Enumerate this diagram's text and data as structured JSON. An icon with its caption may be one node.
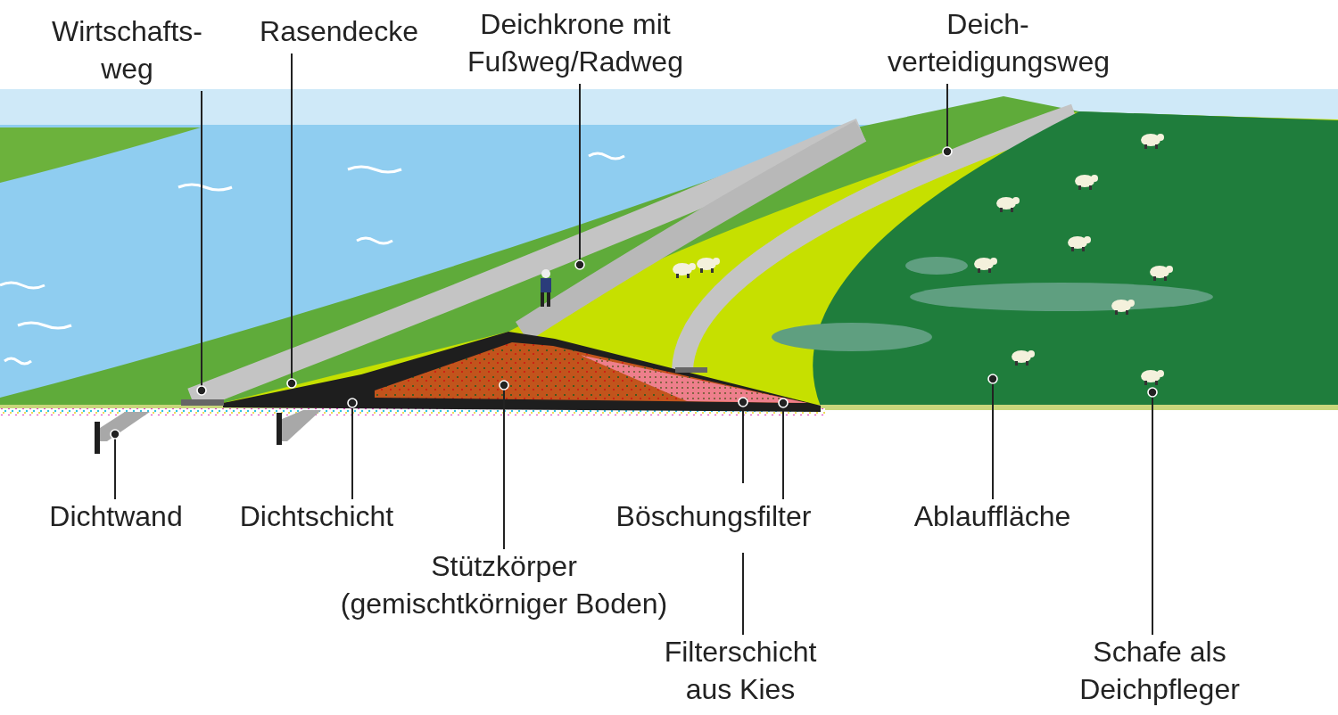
{
  "diagram": {
    "nodes": [
      {
        "text": [
          "Wirtschafts- weg"
        ]
      },
      {
        "text": [
          "Rasendecke"
        ]
      },
      {
        "text": [
          "Deichkrone mit Fußweg/Radweg"
        ]
      },
      {
        "text": [
          "Deich- verteidigungsweg"
        ]
      },
      {
        "text": [
          "Dichtwand"
        ]
      },
      {
        "text": [
          "Dichtschicht"
        ]
      },
      {
        "text": [
          "Stützkörper (gemischtkörniger Boden)"
        ]
      },
      {
        "text": [
          "Böschungsfilter"
        ]
      },
      {
        "text": [
          "Filterschicht aus Kies"
        ]
      },
      {
        "text": [
          "Ablauffläche"
        ]
      },
      {
        "text": [
          "Schafe als Deichpfleger"
        ]
      }
    ],
    "edges": [
      {
        "from": 0,
        "to": null,
        "arrow": "other"
      },
      {
        "from": 1,
        "to": null,
        "arrow": "other"
      },
      {
        "from": 2,
        "to": null,
        "arrow": "other"
      },
      {
        "from": 3,
        "to": null,
        "arrow": "other"
      },
      {
        "from": 4,
        "to": null,
        "arrow": "other"
      },
      {
        "from": 5,
        "to": null,
        "arrow": "other"
      },
      {
        "from": 6,
        "to": null,
        "arrow": "other"
      },
      {
        "from": 7,
        "to": null,
        "arrow": "other"
      },
      {
        "from": 8,
        "to": null,
        "arrow": "other"
      },
      {
        "from": 9,
        "to": null,
        "arrow": "other"
      },
      {
        "from": 10,
        "to": null,
        "arrow": "other"
      }
    ]
  }
}
